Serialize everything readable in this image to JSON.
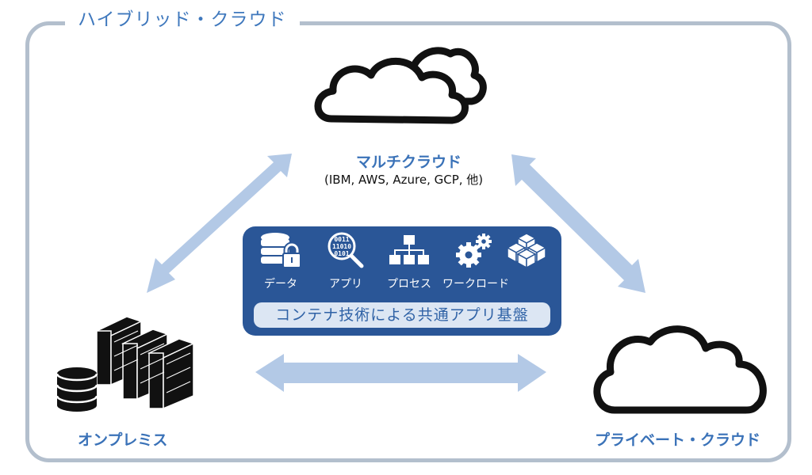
{
  "title": "ハイブリッド・クラウド",
  "nodes": {
    "multicloud": {
      "label": "マルチクラウド",
      "sublabel": "(IBM, AWS, Azure, GCP, 他)",
      "icon": "double-cloud-icon"
    },
    "onpremises": {
      "label": "オンプレミス",
      "icon": "servers-database-icon"
    },
    "private_cloud": {
      "label": "プライベート・クラウド",
      "icon": "cloud-icon"
    }
  },
  "platform": {
    "items": [
      {
        "label": "データ",
        "icon": "database-lock-icon"
      },
      {
        "label": "アプリ",
        "icon": "binary-magnifier-icon"
      },
      {
        "label": "プロセス",
        "icon": "flowchart-icon"
      },
      {
        "label": "ワークロード",
        "icon": "gears-icon"
      },
      {
        "label": "",
        "icon": "cubes-icon"
      }
    ],
    "banner": "コンテナ技術による共通アプリ基盤"
  },
  "connections": [
    {
      "from": "onpremises",
      "to": "multicloud",
      "type": "bidirectional"
    },
    {
      "from": "multicloud",
      "to": "private_cloud",
      "type": "bidirectional"
    },
    {
      "from": "onpremises",
      "to": "private_cloud",
      "type": "bidirectional"
    }
  ],
  "colors": {
    "frame": "#b3bfcd",
    "accent_text": "#3a72b8",
    "panel": "#2a5697",
    "banner": "#dce6f3",
    "arrow": "#b3c9e6"
  }
}
